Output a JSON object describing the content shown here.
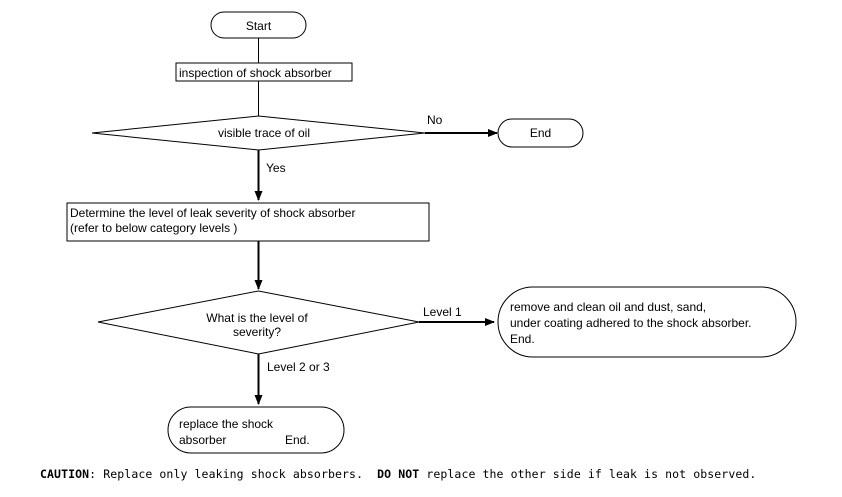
{
  "flowchart": {
    "start": "Start",
    "inspect": "inspection of shock absorber",
    "decision1": "visible trace of oil",
    "no_label": "No",
    "end1": "End",
    "yes_label": "Yes",
    "determine_line1": "Determine the level of leak severity of shock absorber",
    "determine_line2": "(refer to below category levels )",
    "decision2_line1": "What is the level of",
    "decision2_line2": "severity?",
    "level1_label": "Level 1",
    "level1_line1": "remove and clean oil and dust, sand,",
    "level1_line2": "under coating adhered to the shock absorber.",
    "level1_line3": "End.",
    "level23_label": "Level 2 or 3",
    "replace_line1": "replace the shock",
    "replace_line2": "absorber",
    "replace_end": "End."
  },
  "caution": {
    "label": "CAUTION",
    "text1": ": Replace only leaking shock absorbers.  ",
    "emphasis": "DO NOT",
    "text2": " replace the other side if leak is not observed."
  }
}
